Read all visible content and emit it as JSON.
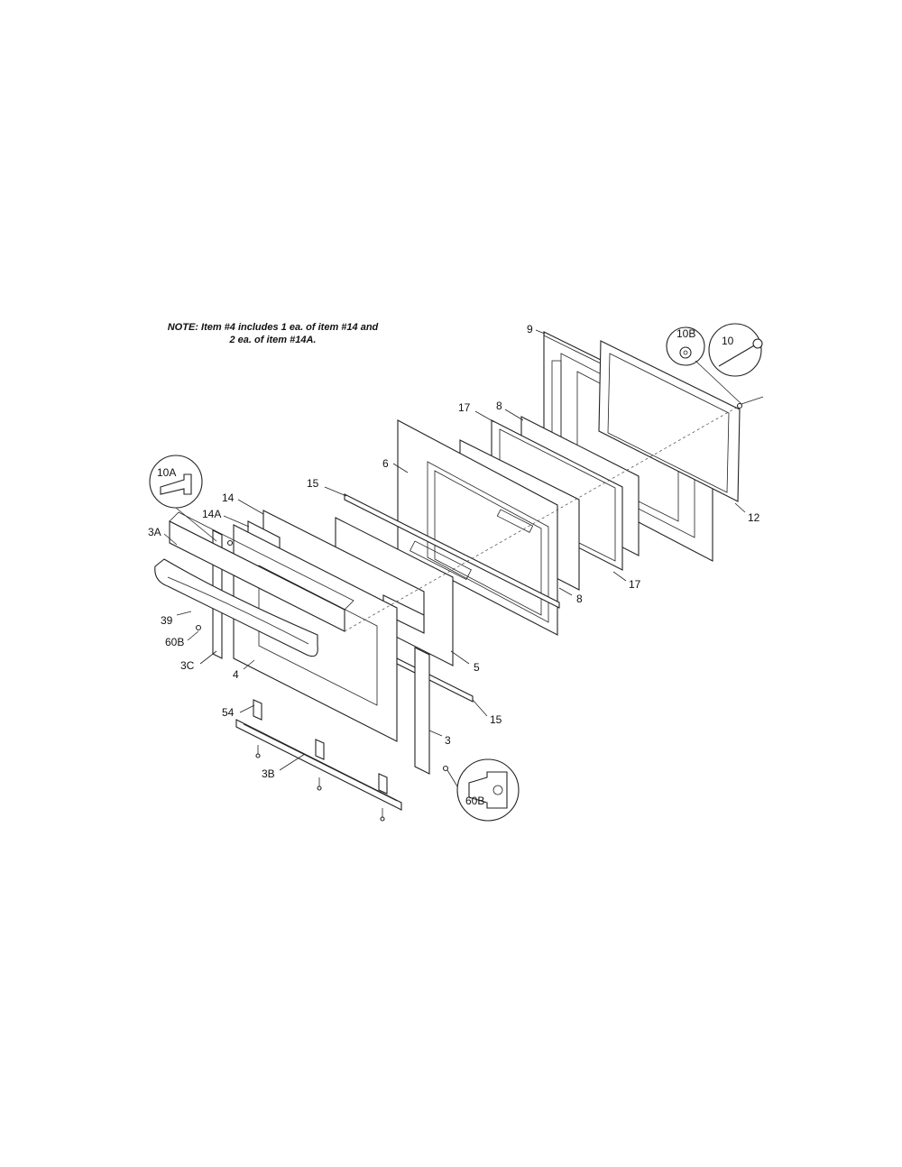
{
  "note": {
    "line1": "NOTE: Item #4 includes 1 ea. of item #14 and",
    "line2": "2 ea. of item #14A."
  },
  "labels": {
    "p9": "9",
    "p10B": "10B",
    "p10": "10",
    "p12": "12",
    "p17a": "17",
    "p8a": "8",
    "p6": "6",
    "p15a": "15",
    "p10A": "10A",
    "p14": "14",
    "p14A": "14A",
    "p3A": "3A",
    "p39": "39",
    "p60Ba": "60B",
    "p3C": "3C",
    "p4": "4",
    "p5": "5",
    "p17b": "17",
    "p8b": "8",
    "p15b": "15",
    "p3": "3",
    "p54": "54",
    "p3B": "3B",
    "p60Bb": "60B"
  }
}
